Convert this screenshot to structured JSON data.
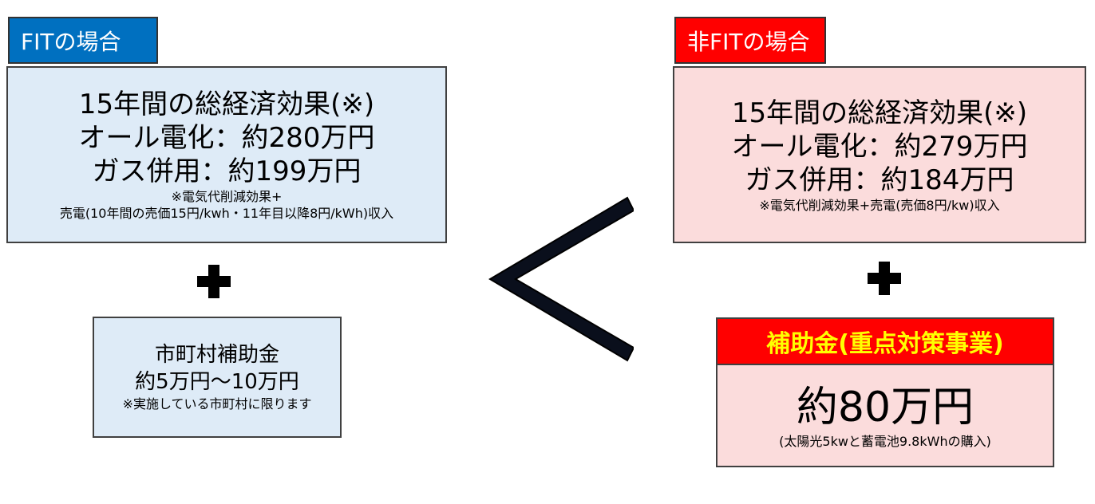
{
  "fit": {
    "tag": "FITの場合",
    "title": "15年間の総経済効果(※)",
    "all_electric": "オール電化：約280万円",
    "gas_combined": "ガス併用：約199万円",
    "note_line1": "※電気代削減効果+",
    "note_line2": "売電(10年間の売価15円/kwh・11年目以降8円/kWh)収入",
    "subsidy_title": "市町村補助金",
    "subsidy_range": "約5万円～10万円",
    "subsidy_note": "※実施している市町村に限ります"
  },
  "nonfit": {
    "tag": "非FITの場合",
    "title": "15年間の総経済効果(※)",
    "all_electric": "オール電化：約279万円",
    "gas_combined": "ガス併用：約184万円",
    "note": "※電気代削減効果+売電(売価8円/kw)収入",
    "subsidy_head": "補助金(重点対策事業)",
    "subsidy_amount": "約80万円",
    "subsidy_note": "(太陽光5kwと蓄電池9.8kWhの購入)"
  },
  "colors": {
    "fit_accent": "#0070c0",
    "nonfit_accent": "#ff0000",
    "fit_box": "#deebf7",
    "nonfit_box": "#fbdcdc",
    "subsidy_head_text": "#ffff00"
  },
  "icons": {
    "plus": "plus-icon",
    "comparison": "less-than-icon"
  }
}
